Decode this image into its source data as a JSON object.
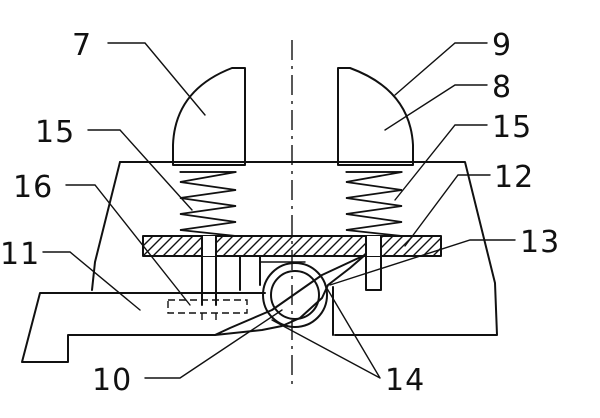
{
  "labels": {
    "l7": "7",
    "l9": "9",
    "l8": "8",
    "l15_left": "15",
    "l15_right": "15",
    "l16": "16",
    "l12": "12",
    "l11": "11",
    "l13": "13",
    "l10": "10",
    "l14": "14"
  },
  "colors": {
    "ink": "#111111",
    "paper": "#ffffff"
  }
}
